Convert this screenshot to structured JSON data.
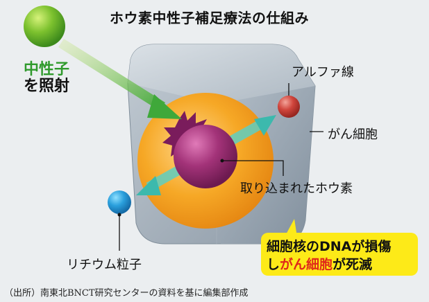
{
  "title": "ホウ素中性子補足療法の仕組み",
  "labels": {
    "neutron_line1": "中性子",
    "neutron_line2": "を照射",
    "alpha_ray": "アルファ線",
    "cancer_cell": "がん細胞",
    "boron_taken": "取り込まれたホウ素",
    "lithium": "リチウム粒子"
  },
  "callout": {
    "line1": "細胞核のDNAが損傷",
    "line2_pre": "し",
    "line2_highlight": "がん細胞",
    "line2_post": "が死滅"
  },
  "source": "（出所）南東北BNCT研究センターの資料を基に編集部作成",
  "colors": {
    "neutron_green": "#2f9a2c",
    "nucleus_orange": "#f5a41e",
    "boron_purple": "#9a2e74",
    "alpha_red": "#c83a33",
    "lithium_blue": "#1b8ecf",
    "callout_yellow": "#fdea18",
    "highlight_red": "#e0281a"
  }
}
